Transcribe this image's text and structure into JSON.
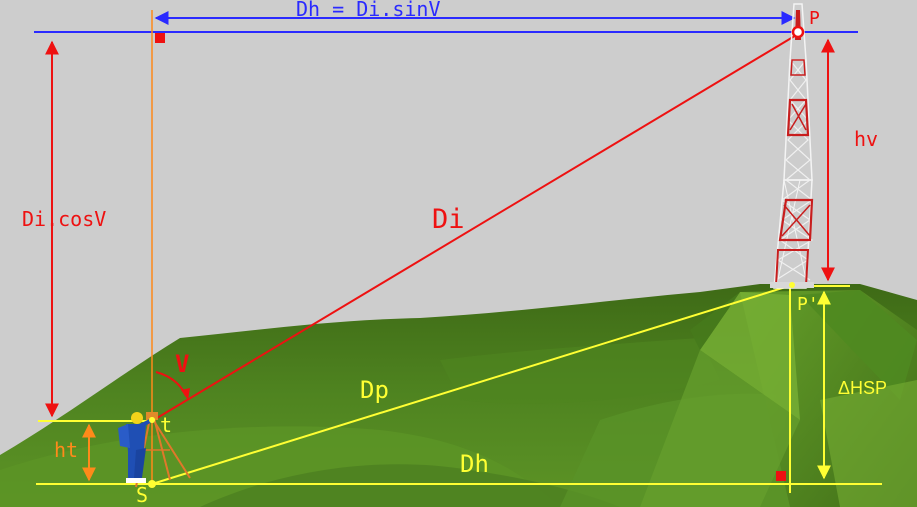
{
  "labels": {
    "dh_formula": "Dh = Di.sinV",
    "p": "P",
    "hv": "hv",
    "di_cos": "Di.cosV",
    "di": "Di",
    "p_prime": "P'",
    "v": "V",
    "dp": "Dp",
    "t": "t",
    "delta_h": "ΔHSP",
    "ht": "ht",
    "dh": "Dh",
    "s": "S"
  },
  "colors": {
    "background": "#cdcdcd",
    "blue_line": "#2a2aff",
    "red_line": "#ee1111",
    "yellow_line": "#ffff33",
    "orange_line": "#ff8a1a",
    "terrain_dark": "#3f6b16",
    "terrain_light": "#6fa32c",
    "tower_red": "#c81e1e",
    "tower_white": "#f4f4f4",
    "surveyor_blue": "#1f4fb4"
  },
  "icons": [
    "surveyor-icon",
    "tripod-icon",
    "tower-icon"
  ]
}
